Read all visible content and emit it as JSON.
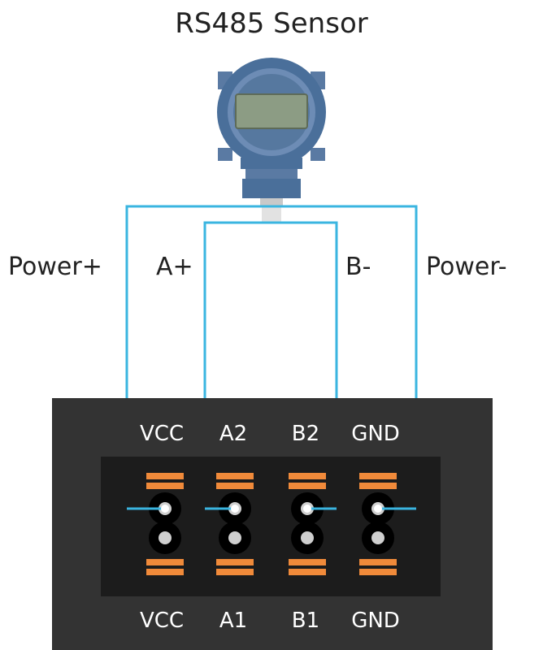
{
  "title": "RS485 Sensor",
  "wire_labels": {
    "power_plus": "Power+",
    "a_plus": "A+",
    "b_minus": "B-",
    "power_minus": "Power-"
  },
  "terminals_top": [
    "VCC",
    "A2",
    "B2",
    "GND"
  ],
  "terminals_bottom": [
    "VCC",
    "A1",
    "B1",
    "GND"
  ],
  "colors": {
    "wire": "#3ab5e0",
    "board": "#333333",
    "board_inner": "#1c1c1c",
    "connector_orange": "#f08a3a",
    "sensor_blue": "#4a6f9a",
    "sensor_light": "#7c98bd",
    "display_green": "#8c9c84",
    "text_dark": "#222222",
    "text_light": "#ffffff"
  }
}
